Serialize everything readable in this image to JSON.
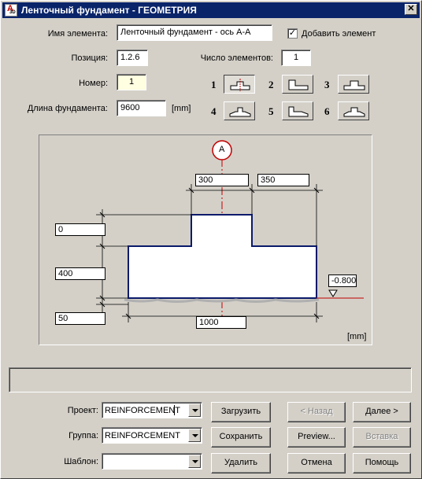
{
  "window": {
    "title": "Ленточный фундамент - ГЕОМЕТРИЯ",
    "close": "✕",
    "icon_letter": "A",
    "icon_sub": "3D"
  },
  "form": {
    "name_label": "Имя элемента:",
    "name_value": "Ленточный фундамент - ось А-А",
    "add_element_label": "Добавить элемент",
    "add_element_checked": "✓",
    "position_label": "Позиция:",
    "position_value": "1.2.6",
    "count_label": "Число элементов:",
    "count_value": "1",
    "number_label": "Номер:",
    "number_value": "1",
    "length_label": "Длина фундамента:",
    "length_value": "9600",
    "length_unit": "[mm]"
  },
  "types": {
    "numbers": [
      "1",
      "2",
      "3",
      "4",
      "5",
      "6"
    ],
    "selected": "1"
  },
  "drawing": {
    "axis_label": "A",
    "top_left": "300",
    "top_right": "350",
    "left_top": "0",
    "left_mid": "400",
    "left_bottom": "50",
    "bottom_width": "1000",
    "level": "-0.800",
    "unit": "[mm]"
  },
  "bottom": {
    "project_label": "Проект:",
    "project_value": "REINFORCEMENT",
    "group_label": "Группа:",
    "group_value": "REINFORCEMENT",
    "template_label": "Шаблон:",
    "template_value": "",
    "load": "Загрузить",
    "save": "Сохранить",
    "delete": "Удалить",
    "back": "< Назад",
    "preview": "Preview...",
    "cancel": "Отмена",
    "next": "Далее >",
    "insert": "Вставка",
    "help": "Помощь"
  }
}
